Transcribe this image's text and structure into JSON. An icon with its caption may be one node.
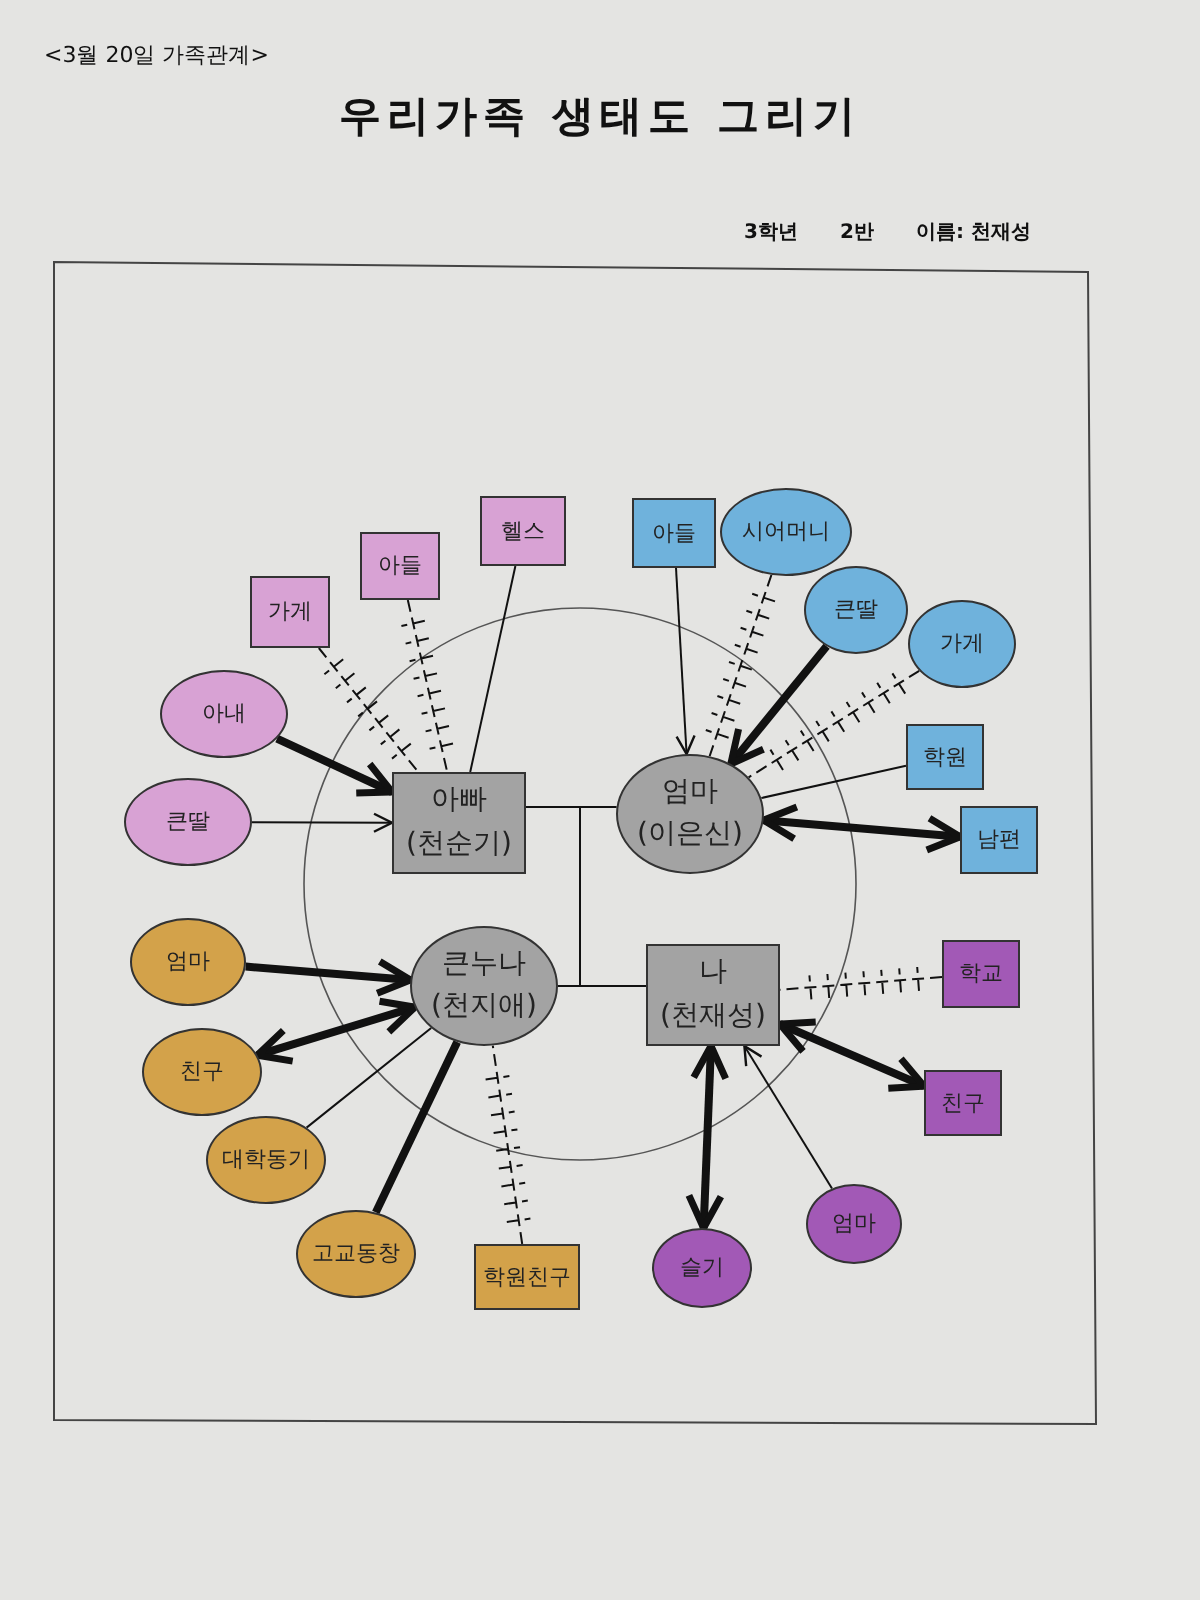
{
  "diagram": {
    "title": "우리가족 생태도 그리기",
    "nodes": [
      {
        "text": [
          "아빠",
          "(천순기)"
        ]
      },
      {
        "text": [
          "엄마",
          "(이은신)"
        ]
      },
      {
        "text": [
          "큰누나",
          "(천지애)"
        ]
      },
      {
        "text": [
          "나",
          "(천재성)"
        ]
      },
      {
        "text": [
          "가게"
        ]
      },
      {
        "text": [
          "아들"
        ]
      },
      {
        "text": [
          "헬스"
        ]
      },
      {
        "text": [
          "아내"
        ]
      },
      {
        "text": [
          "큰딸"
        ]
      },
      {
        "text": [
          "아들"
        ]
      },
      {
        "text": [
          "시어머니"
        ]
      },
      {
        "text": [
          "큰딸"
        ]
      },
      {
        "text": [
          "가게"
        ]
      },
      {
        "text": [
          "학원"
        ]
      },
      {
        "text": [
          "남편"
        ]
      },
      {
        "text": [
          "엄마"
        ]
      },
      {
        "text": [
          "친구"
        ]
      },
      {
        "text": [
          "대학동기"
        ]
      },
      {
        "text": [
          "고교동창"
        ]
      },
      {
        "text": [
          "학원친구"
        ]
      },
      {
        "text": [
          "학교"
        ]
      },
      {
        "text": [
          "친구"
        ]
      },
      {
        "text": [
          "엄마"
        ]
      },
      {
        "text": [
          "슬기"
        ]
      }
    ],
    "edges": [
      {
        "from": 0,
        "to": 1,
        "arrow": "none"
      },
      {
        "from": 2,
        "to": 3,
        "arrow": "none"
      },
      {
        "from": 4,
        "to": 0,
        "arrow": "none",
        "style": "dashed"
      },
      {
        "from": 5,
        "to": 0,
        "arrow": "none",
        "style": "dashed"
      },
      {
        "from": 6,
        "to": 0,
        "arrow": "none"
      },
      {
        "from": 7,
        "to": 0,
        "arrow": "to",
        "style": "thick"
      },
      {
        "from": 8,
        "to": 0,
        "arrow": "to"
      },
      {
        "from": 9,
        "to": 1,
        "arrow": "to"
      },
      {
        "from": 10,
        "to": 1,
        "arrow": "none",
        "style": "dashed"
      },
      {
        "from": 11,
        "to": 1,
        "arrow": "to",
        "style": "thick"
      },
      {
        "from": 12,
        "to": 1,
        "arrow": "none",
        "style": "dashed"
      },
      {
        "from": 13,
        "to": 1,
        "arrow": "none"
      },
      {
        "from": 1,
        "to": 14,
        "arrow": "both",
        "style": "thick"
      },
      {
        "from": 15,
        "to": 2,
        "arrow": "to",
        "style": "thick"
      },
      {
        "from": 2,
        "to": 16,
        "arrow": "both",
        "style": "thick"
      },
      {
        "from": 17,
        "to": 2,
        "arrow": "none"
      },
      {
        "from": 18,
        "to": 2,
        "arrow": "none",
        "style": "thick"
      },
      {
        "from": 19,
        "to": 2,
        "arrow": "none",
        "style": "dashed"
      },
      {
        "from": 20,
        "to": 3,
        "arrow": "none",
        "style": "dashed"
      },
      {
        "from": 3,
        "to": 21,
        "arrow": "both",
        "style": "thick"
      },
      {
        "from": 22,
        "to": 3,
        "arrow": "to"
      },
      {
        "from": 3,
        "to": 23,
        "arrow": "both",
        "style": "thick"
      }
    ],
    "labels": [
      "<3월 20일 가족관계>",
      "3학년",
      "2반",
      "이름: 천재성"
    ]
  }
}
